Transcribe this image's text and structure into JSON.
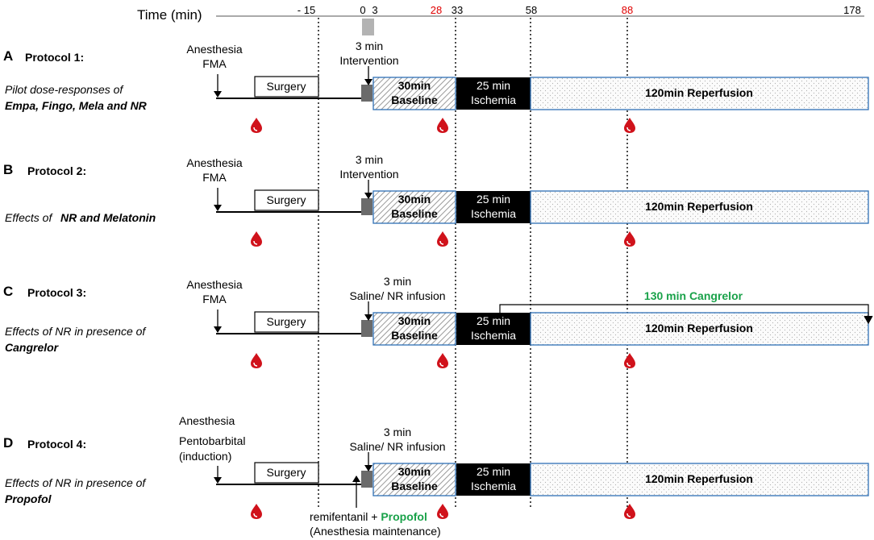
{
  "timeline": {
    "label": "Time (min)",
    "ticks": [
      {
        "text": "- 15",
        "highlight": false
      },
      {
        "text": "0",
        "highlight": false
      },
      {
        "text": "3",
        "highlight": false
      },
      {
        "text": "28",
        "highlight": true
      },
      {
        "text": "33",
        "highlight": false
      },
      {
        "text": "58",
        "highlight": false
      },
      {
        "text": "88",
        "highlight": true
      },
      {
        "text": "178",
        "highlight": false
      }
    ]
  },
  "protocols": [
    {
      "letter": "A",
      "title": "Protocol 1:",
      "desc_plain": "Pilot dose-responses of",
      "desc_bold": "Empa, Fingo, Mela and NR",
      "anesthesia_line1": "Anesthesia",
      "anesthesia_line2": "FMA",
      "intervention_line1": "3 min",
      "intervention_line2": "Intervention",
      "surgery": "Surgery",
      "baseline_line1": "30min",
      "baseline_line2": "Baseline",
      "ischemia_line1": "25 min",
      "ischemia_line2": "Ischemia",
      "reperfusion": "120min Reperfusion"
    },
    {
      "letter": "B",
      "title": "Protocol 2:",
      "desc_plain": "Effects of",
      "desc_bold": "NR and Melatonin",
      "anesthesia_line1": "Anesthesia",
      "anesthesia_line2": "FMA",
      "intervention_line1": "3 min",
      "intervention_line2": "Intervention",
      "surgery": "Surgery",
      "baseline_line1": "30min",
      "baseline_line2": "Baseline",
      "ischemia_line1": "25 min",
      "ischemia_line2": "Ischemia",
      "reperfusion": "120min Reperfusion"
    },
    {
      "letter": "C",
      "title": "Protocol 3:",
      "desc_plain": "Effects of NR  in presence of",
      "desc_bold": "Cangrelor",
      "anesthesia_line1": "Anesthesia",
      "anesthesia_line2": "FMA",
      "intervention_line1": "3 min",
      "intervention_line2": "Saline/ NR infusion",
      "surgery": "Surgery",
      "baseline_line1": "30min",
      "baseline_line2": "Baseline",
      "ischemia_line1": "25 min",
      "ischemia_line2": "Ischemia",
      "reperfusion": "120min Reperfusion",
      "extra": "130 min Cangrelor"
    },
    {
      "letter": "D",
      "title": "Protocol 4:",
      "desc_plain": "Effects of NR  in presence of",
      "desc_bold": "Propofol",
      "anesthesia_line1": "Anesthesia",
      "anesthesia_line2": "Pentobarbital",
      "anesthesia_line3": "(induction)",
      "intervention_line1": "3 min",
      "intervention_line2": "Saline/ NR infusion",
      "surgery": "Surgery",
      "baseline_line1": "30min",
      "baseline_line2": "Baseline",
      "ischemia_line1": "25 min",
      "ischemia_line2": "Ischemia",
      "reperfusion": "120min Reperfusion",
      "maintenance_line1a": "remifentanil  + ",
      "maintenance_line1b": "Propofol",
      "maintenance_line2": "(Anesthesia maintenance)"
    }
  ],
  "colors": {
    "box_border": "#2e6fb5",
    "ischemia_fill": "#000000",
    "drop_red": "#d0121b",
    "highlight_red": "#e00000",
    "green": "#1aa24a",
    "marker_gray": "#6b6b6b",
    "timebar_gray": "#b3b3b3"
  }
}
